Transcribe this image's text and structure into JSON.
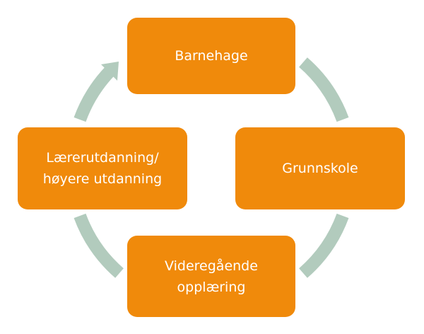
{
  "colors": {
    "box": "#F08A0B",
    "arrow": "#B2CBBD",
    "text": "#FFFFFF"
  },
  "nodes": [
    {
      "line1": "Barnehage",
      "line2": ""
    },
    {
      "line1": "Grunnskole",
      "line2": ""
    },
    {
      "line1": "Videregående",
      "line2": "opplæring"
    },
    {
      "line1": "Lærerutdanning/",
      "line2": "høyere utdanning"
    }
  ]
}
